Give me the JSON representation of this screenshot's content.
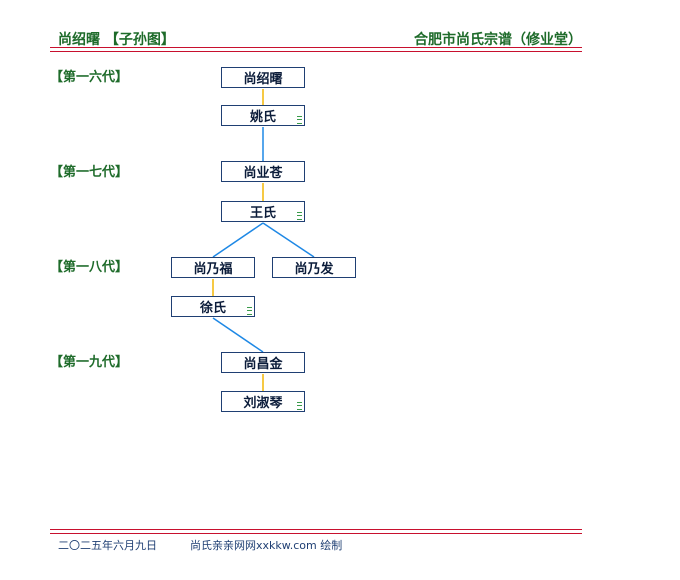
{
  "header": {
    "left_title": "尚绍曙 【子孙图】",
    "right_title": "合肥市尚氏宗谱（修业堂）"
  },
  "generations": [
    "【第一六代】",
    "【第一七代】",
    "【第一八代】",
    "【第一九代】"
  ],
  "persons": {
    "p1": "尚绍曙",
    "s1": "姚氏",
    "p2": "尚业苍",
    "s2": "王氏",
    "p3a": "尚乃福",
    "p3b": "尚乃发",
    "s3": "徐氏",
    "p4": "尚昌金",
    "s4": "刘淑琴"
  },
  "colors": {
    "spouse_link": "#f2b705",
    "child_link": "#1e88e5"
  },
  "footer": {
    "date": "二〇二五年六月九日",
    "source": "尚氏亲亲网网xxkkw.com 绘制"
  }
}
